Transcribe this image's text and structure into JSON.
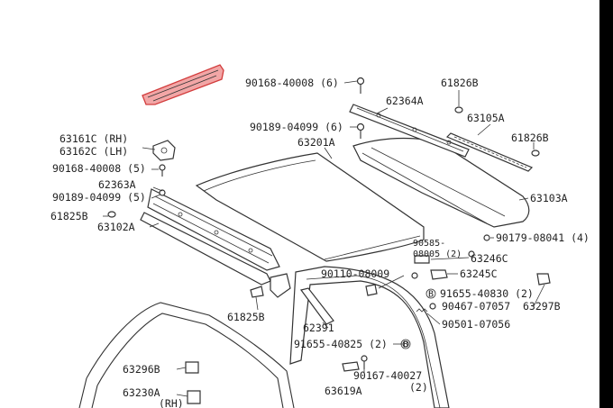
{
  "labels": {
    "p90168_top": "90168-40008 (6)",
    "p61826b_top": "61826B",
    "p62364a": "62364A",
    "p63105a": "63105A",
    "p90189_top": "90189-04099 (6)",
    "p63201a": "63201A",
    "p61826b_right": "61826B",
    "p63161c": "63161C (RH)",
    "p63162c": "63162C (LH)",
    "p90168_left": "90168-40008 (5)",
    "p63103a": "63103A",
    "p62363a": "62363A",
    "p90189_left": "90189-04099 (5)",
    "p61825b_left": "61825B",
    "p63102a": "63102A",
    "p90179": "90179-08041 (4)",
    "p90585_a": "90585-",
    "p90585_b": "08005 (2)",
    "p63246c": "63246C",
    "p90110": "90110-08009",
    "p63245c": "63245C",
    "p91655_40830": "91655-40830 (2)",
    "p61825b_mid": "61825B",
    "p90467": "90467-07057",
    "p63297b": "63297B",
    "p62391": "62391",
    "p90501": "90501-07056",
    "p91655_40825": "91655-40825 (2)",
    "p63296b": "63296B",
    "p90167": "90167-40027",
    "p90167_qty": "(2)",
    "p63230a": "63230A",
    "p63619a": "63619A",
    "p_rh": "(RH)",
    "callout_b1": "B",
    "callout_b2": "B"
  },
  "colors": {
    "highlight_fill": "#f2a6a6",
    "highlight_stroke": "#d23c3c",
    "line": "#333333"
  }
}
